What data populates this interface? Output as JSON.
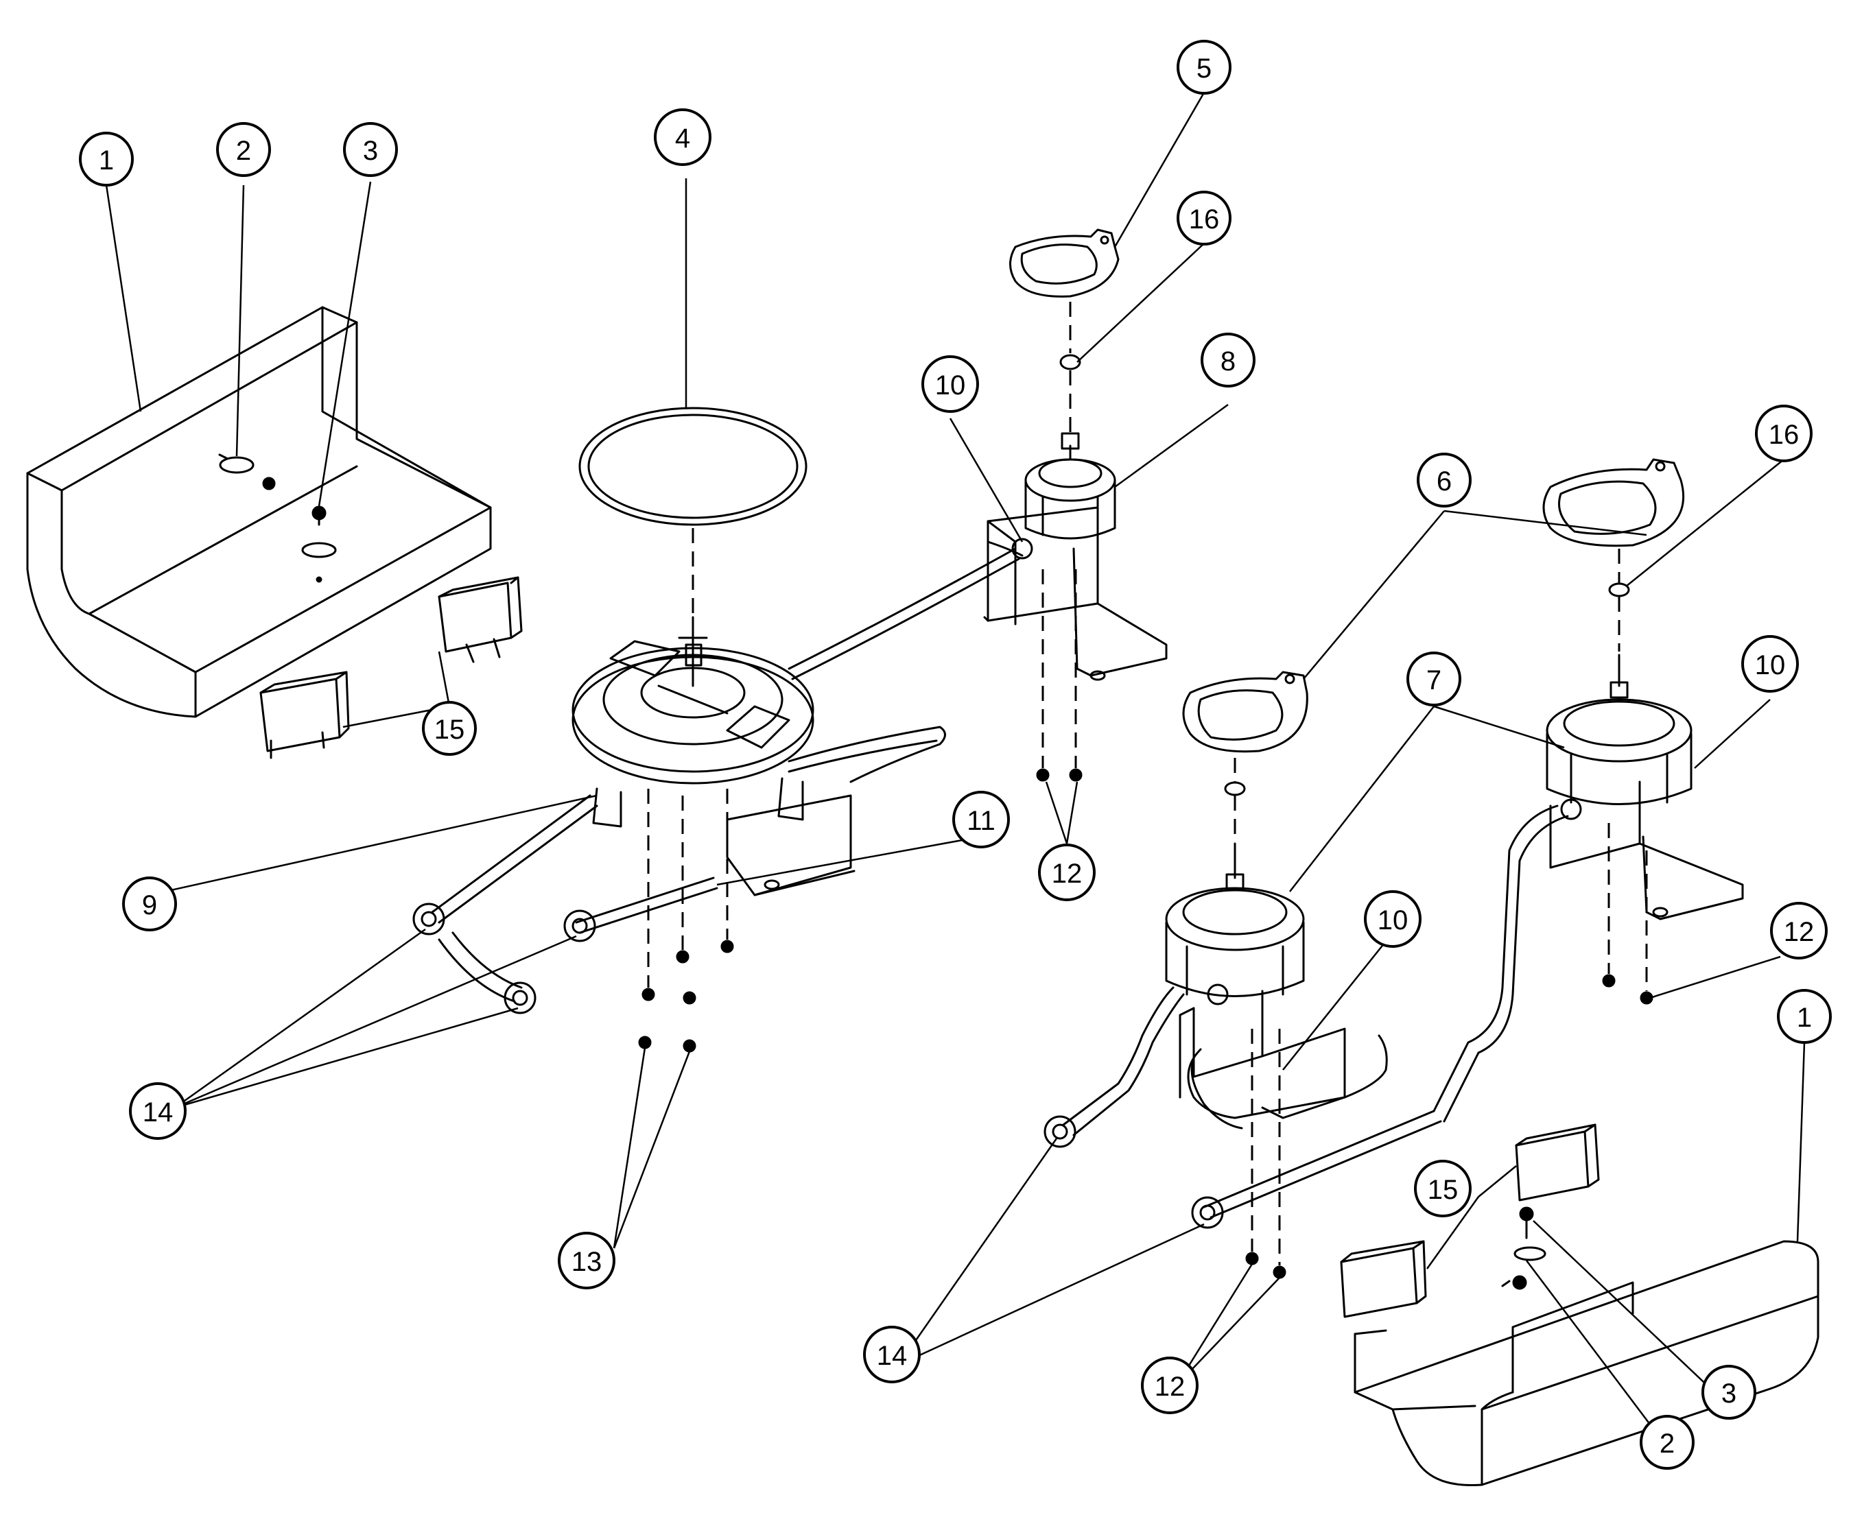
{
  "callouts": [
    {
      "id": "c1a",
      "label": "1"
    },
    {
      "id": "c2a",
      "label": "2"
    },
    {
      "id": "c3a",
      "label": "3"
    },
    {
      "id": "c4",
      "label": "4"
    },
    {
      "id": "c5",
      "label": "5"
    },
    {
      "id": "c16a",
      "label": "16"
    },
    {
      "id": "c10a",
      "label": "10"
    },
    {
      "id": "c8",
      "label": "8"
    },
    {
      "id": "c6",
      "label": "6"
    },
    {
      "id": "c16b",
      "label": "16"
    },
    {
      "id": "c15a",
      "label": "15"
    },
    {
      "id": "c7",
      "label": "7"
    },
    {
      "id": "c10b",
      "label": "10"
    },
    {
      "id": "c11",
      "label": "11"
    },
    {
      "id": "c12a",
      "label": "12"
    },
    {
      "id": "c9",
      "label": "9"
    },
    {
      "id": "c10c",
      "label": "10"
    },
    {
      "id": "c12b",
      "label": "12"
    },
    {
      "id": "c14a",
      "label": "14"
    },
    {
      "id": "c1b",
      "label": "1"
    },
    {
      "id": "c15b",
      "label": "15"
    },
    {
      "id": "c13",
      "label": "13"
    },
    {
      "id": "c14b",
      "label": "14"
    },
    {
      "id": "c12c",
      "label": "12"
    },
    {
      "id": "c3b",
      "label": "3"
    },
    {
      "id": "c2b",
      "label": "2"
    }
  ]
}
